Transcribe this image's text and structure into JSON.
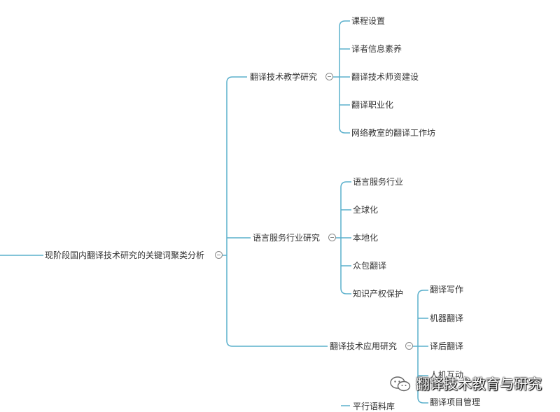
{
  "root": {
    "label": "现阶段国内翻译技术研究的关键词聚类分析"
  },
  "branches": [
    {
      "label": "翻译技术教学研究",
      "children": [
        "课程设置",
        "译者信息素养",
        "翻译技术师资建设",
        "翻译职业化",
        "网络教室的翻译工作坊"
      ]
    },
    {
      "label": "语言服务行业研究",
      "children": [
        "语言服务行业",
        "全球化",
        "本地化",
        "众包翻译",
        "知识产权保护"
      ]
    },
    {
      "label": "翻译技术应用研究",
      "children": [
        "翻译写作",
        "机器翻译",
        "译后翻译",
        "人机互动",
        "翻译项目管理"
      ]
    }
  ],
  "partial_branch": {
    "label": "平行语料库"
  },
  "watermark": {
    "text": "翻译技术教育与研究",
    "icon": "wechat-icon"
  },
  "colors": {
    "line": "#5ab0cc",
    "toggle": "#8a8a8a",
    "text": "#333333",
    "background": "#ffffff"
  }
}
